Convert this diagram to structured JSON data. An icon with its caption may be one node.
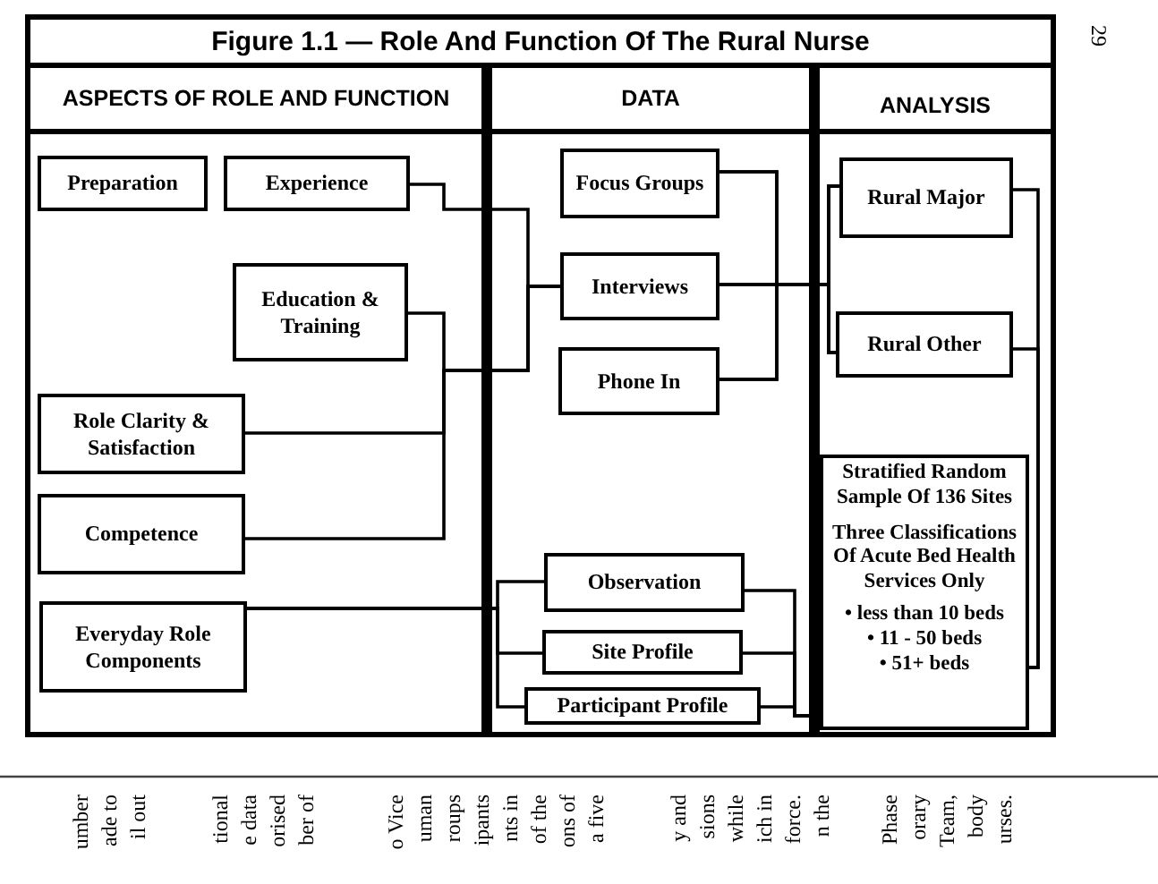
{
  "diagram": {
    "title": "Figure 1.1 — Role And Function Of The Rural Nurse",
    "nodes": [
      {
        "text": [
          "ASPECTS OF ROLE AND FUNCTION"
        ]
      },
      {
        "text": [
          "DATA"
        ]
      },
      {
        "text": [
          "ANALYSIS"
        ]
      },
      {
        "text": [
          "Preparation"
        ],
        "in": 0
      },
      {
        "text": [
          "Experience"
        ],
        "in": 0
      },
      {
        "text": [
          "Education & Training"
        ],
        "in": 0
      },
      {
        "text": [
          "Role Clarity & Satisfaction"
        ],
        "in": 0
      },
      {
        "text": [
          "Competence"
        ],
        "in": 0
      },
      {
        "text": [
          "Everyday Role Components"
        ],
        "in": 0
      },
      {
        "text": [
          "Focus Groups"
        ],
        "in": 1
      },
      {
        "text": [
          "Interviews"
        ],
        "in": 1
      },
      {
        "text": [
          "Phone In"
        ],
        "in": 1
      },
      {
        "text": [
          "Observation"
        ],
        "in": 1
      },
      {
        "text": [
          "Site Profile"
        ],
        "in": 1
      },
      {
        "text": [
          "Participant Profile"
        ],
        "in": 1
      },
      {
        "text": [
          "Rural Major"
        ],
        "in": 2
      },
      {
        "text": [
          "Rural Other"
        ],
        "in": 2
      },
      {
        "text": [
          "Stratified Random Sample Of 136 Sites",
          "Three Classifications Of Acute Bed Health Services Only",
          "• less than 10 beds",
          "• 11 - 50 beds",
          "• 51+ beds"
        ],
        "in": 2
      }
    ],
    "edges": [
      {
        "from": 4,
        "to": 10,
        "arrow": "none"
      },
      {
        "from": 5,
        "to": 10,
        "arrow": "none"
      },
      {
        "from": 6,
        "to": 10,
        "arrow": "none"
      },
      {
        "from": 7,
        "to": 10,
        "arrow": "none"
      },
      {
        "from": 9,
        "to": 15,
        "arrow": "none"
      },
      {
        "from": 9,
        "to": 16,
        "arrow": "none"
      },
      {
        "from": 10,
        "to": 15,
        "arrow": "none"
      },
      {
        "from": 10,
        "to": 16,
        "arrow": "none"
      },
      {
        "from": 11,
        "to": 15,
        "arrow": "none"
      },
      {
        "from": 11,
        "to": 16,
        "arrow": "none"
      },
      {
        "from": 15,
        "to": 17,
        "arrow": "none"
      },
      {
        "from": 16,
        "to": 17,
        "arrow": "none"
      },
      {
        "from": 8,
        "to": 12,
        "arrow": "none"
      },
      {
        "from": 8,
        "to": 13,
        "arrow": "none"
      },
      {
        "from": 8,
        "to": 14,
        "arrow": "none"
      },
      {
        "from": 12,
        "to": 17,
        "arrow": "none"
      },
      {
        "from": 13,
        "to": 17,
        "arrow": "none"
      },
      {
        "from": 14,
        "to": 17,
        "arrow": "none"
      }
    ],
    "labels": [
      "29",
      "umber",
      "ade to",
      "il out",
      "tional",
      "e data",
      "orised",
      "ber of",
      "o Vice",
      "uman",
      "roups",
      "ipants",
      "nts in",
      "of the",
      "ons of",
      "a five",
      "y and",
      "sions",
      "while",
      "ich in",
      "force.",
      "n the",
      "Phase",
      "orary",
      "Team,",
      "body",
      "urses."
    ]
  }
}
